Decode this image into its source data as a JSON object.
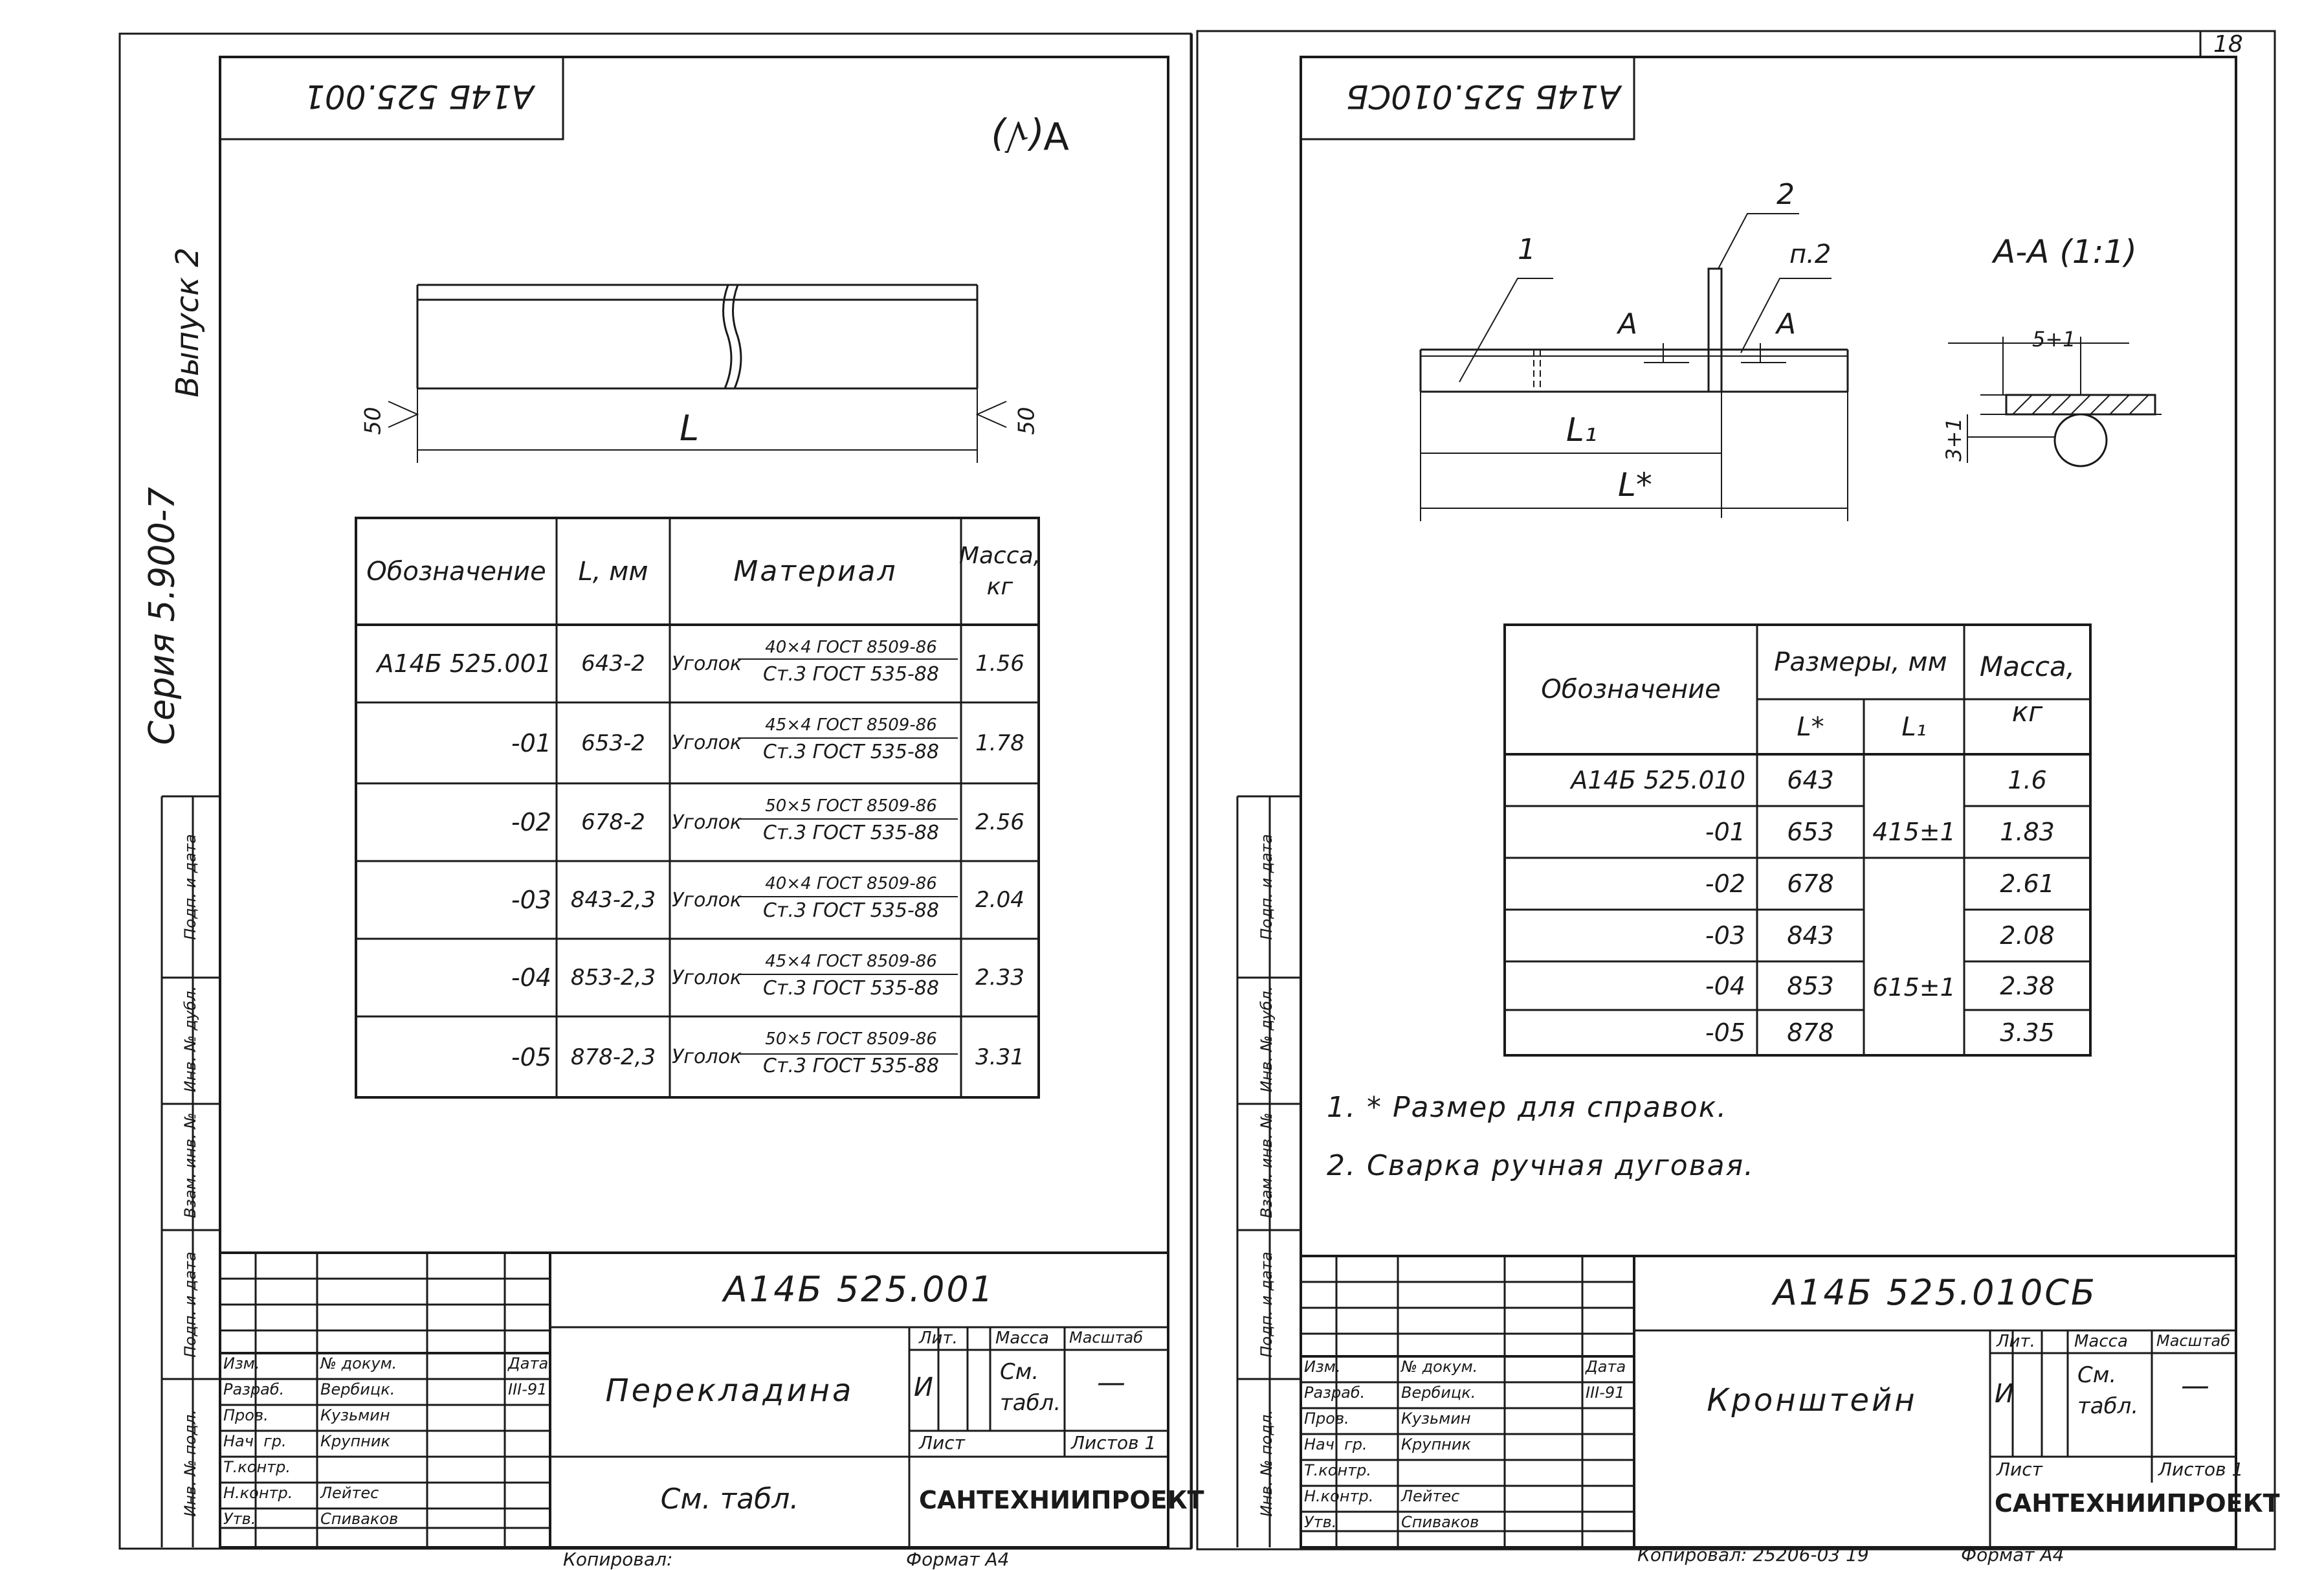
{
  "page_number": "18",
  "left_sheet": {
    "stamp_code": "А14Б 525.001",
    "roughness_mark": "∀(√)",
    "binding_labels": [
      "Серия 5.900-7",
      "Выпуск 2"
    ],
    "drawing": {
      "dim_l": "L",
      "weld_left": "50",
      "weld_right": "50"
    },
    "table": {
      "headers": [
        "Обозначение",
        "L, мм",
        "Материал",
        "Масса, кг"
      ],
      "rows": [
        {
          "designation": "А14Б 525.001",
          "length": "643-2",
          "material_prefix": "Уголок",
          "material_top": "40×4 ГОСТ 8509-86",
          "material_bottom": "Ст.3 ГОСТ 535-88",
          "mass": "1.56"
        },
        {
          "designation": "-01",
          "length": "653-2",
          "material_prefix": "Уголок",
          "material_top": "45×4 ГОСТ 8509-86",
          "material_bottom": "Ст.3 ГОСТ 535-88",
          "mass": "1.78"
        },
        {
          "designation": "-02",
          "length": "678-2",
          "material_prefix": "Уголок",
          "material_top": "50×5 ГОСТ 8509-86",
          "material_bottom": "Ст.3 ГОСТ 535-88",
          "mass": "2.56"
        },
        {
          "designation": "-03",
          "length": "843-2,3",
          "material_prefix": "Уголок",
          "material_top": "40×4 ГОСТ 8509-86",
          "material_bottom": "Ст.3 ГОСТ 535-88",
          "mass": "2.04"
        },
        {
          "designation": "-04",
          "length": "853-2,3",
          "material_prefix": "Уголок",
          "material_top": "45×4 ГОСТ 8509-86",
          "material_bottom": "Ст.3 ГОСТ 535-88",
          "mass": "2.33"
        },
        {
          "designation": "-05",
          "length": "878-2,3",
          "material_prefix": "Уголок",
          "material_top": "50×5 ГОСТ 8509-86",
          "material_bottom": "Ст.3 ГОСТ 535-88",
          "mass": "3.31"
        }
      ]
    },
    "title_block": {
      "code": "А14Б 525.001",
      "name": "Перекладина",
      "material": "См. табл.",
      "lit_header": "Лит.",
      "mass_header": "Масса",
      "scale_header": "Масштаб",
      "lit_value": "И",
      "mass_value": "См. табл.",
      "scale_value": "—",
      "sheet_label": "Лист",
      "sheets_label": "Листов 1",
      "org": "САНТЕХНИИПРОЕКТ",
      "roles": [
        "Изм.",
        "Разраб.",
        "Пров.",
        "Нач. гр.",
        "Т.контр.",
        "Н.контр.",
        "Утв."
      ],
      "names": [
        "№ докум.",
        "Вербицк.",
        "Кузьмин",
        "Крупник",
        "",
        "Лейтес",
        "Спиваков"
      ],
      "dates": [
        "Дата",
        "III-91",
        "",
        "",
        "",
        "",
        ""
      ]
    },
    "side_stamp": [
      "Инв. № подл.",
      "Подп. и дата",
      "Взам. инв. №",
      "Инв. № дубл.",
      "Подп. и дата"
    ],
    "footer_left": "Копировал:",
    "footer_right": "Формат А4"
  },
  "right_sheet": {
    "stamp_code": "А14Б 525.010СБ",
    "section_label": "А-А (1:1)",
    "drawing": {
      "leader_1": "1",
      "leader_2": "2",
      "weld_mark": "п.2",
      "section_a1": "А",
      "section_a2": "А",
      "dim_l1": "L₁",
      "dim_l": "L*",
      "dim_weld_top": "5+1",
      "dim_weld_side": "3+1"
    },
    "table": {
      "headers": {
        "designation": "Обозначение",
        "sizes": "Размеры, мм",
        "l": "L*",
        "l1": "L₁",
        "mass": "Масса, кг"
      },
      "rows": [
        {
          "designation": "А14Б 525.010",
          "l": "643",
          "mass": "1.6"
        },
        {
          "designation": "-01",
          "l": "653",
          "mass": "1.83"
        },
        {
          "designation": "-02",
          "l": "678",
          "mass": "2.61"
        },
        {
          "designation": "-03",
          "l": "843",
          "mass": "2.08"
        },
        {
          "designation": "-04",
          "l": "853",
          "mass": "2.38"
        },
        {
          "designation": "-05",
          "l": "878",
          "mass": "3.35"
        }
      ],
      "l1_groups": [
        "415±1",
        "615±1"
      ]
    },
    "notes": [
      "1. * Размер для справок.",
      "2. Сварка ручная дуговая."
    ],
    "title_block": {
      "code": "А14Б 525.010СБ",
      "name": "Кронштейн",
      "lit_header": "Лит.",
      "mass_header": "Масса",
      "scale_header": "Масштаб",
      "lit_value": "И",
      "mass_value": "См. табл.",
      "scale_value": "—",
      "sheet_label": "Лист",
      "sheets_label": "Листов 1",
      "org": "САНТЕХНИИПРОЕКТ",
      "roles": [
        "Изм.",
        "Разраб.",
        "Пров.",
        "Нач. гр.",
        "Т.контр.",
        "Н.контр.",
        "Утв."
      ],
      "names": [
        "№ докум.",
        "Вербицк.",
        "Кузьмин",
        "Крупник",
        "",
        "Лейтес",
        "Спиваков"
      ],
      "dates": [
        "Дата",
        "III-91",
        "",
        "",
        "",
        "",
        ""
      ]
    },
    "side_stamp": [
      "Инв. № подл.",
      "Подп. и дата",
      "Взам. инв. №",
      "Инв. № дубл.",
      "Подп. и дата"
    ],
    "footer_left": "Копировал: 25206-03 19",
    "footer_right": "Формат А4"
  }
}
